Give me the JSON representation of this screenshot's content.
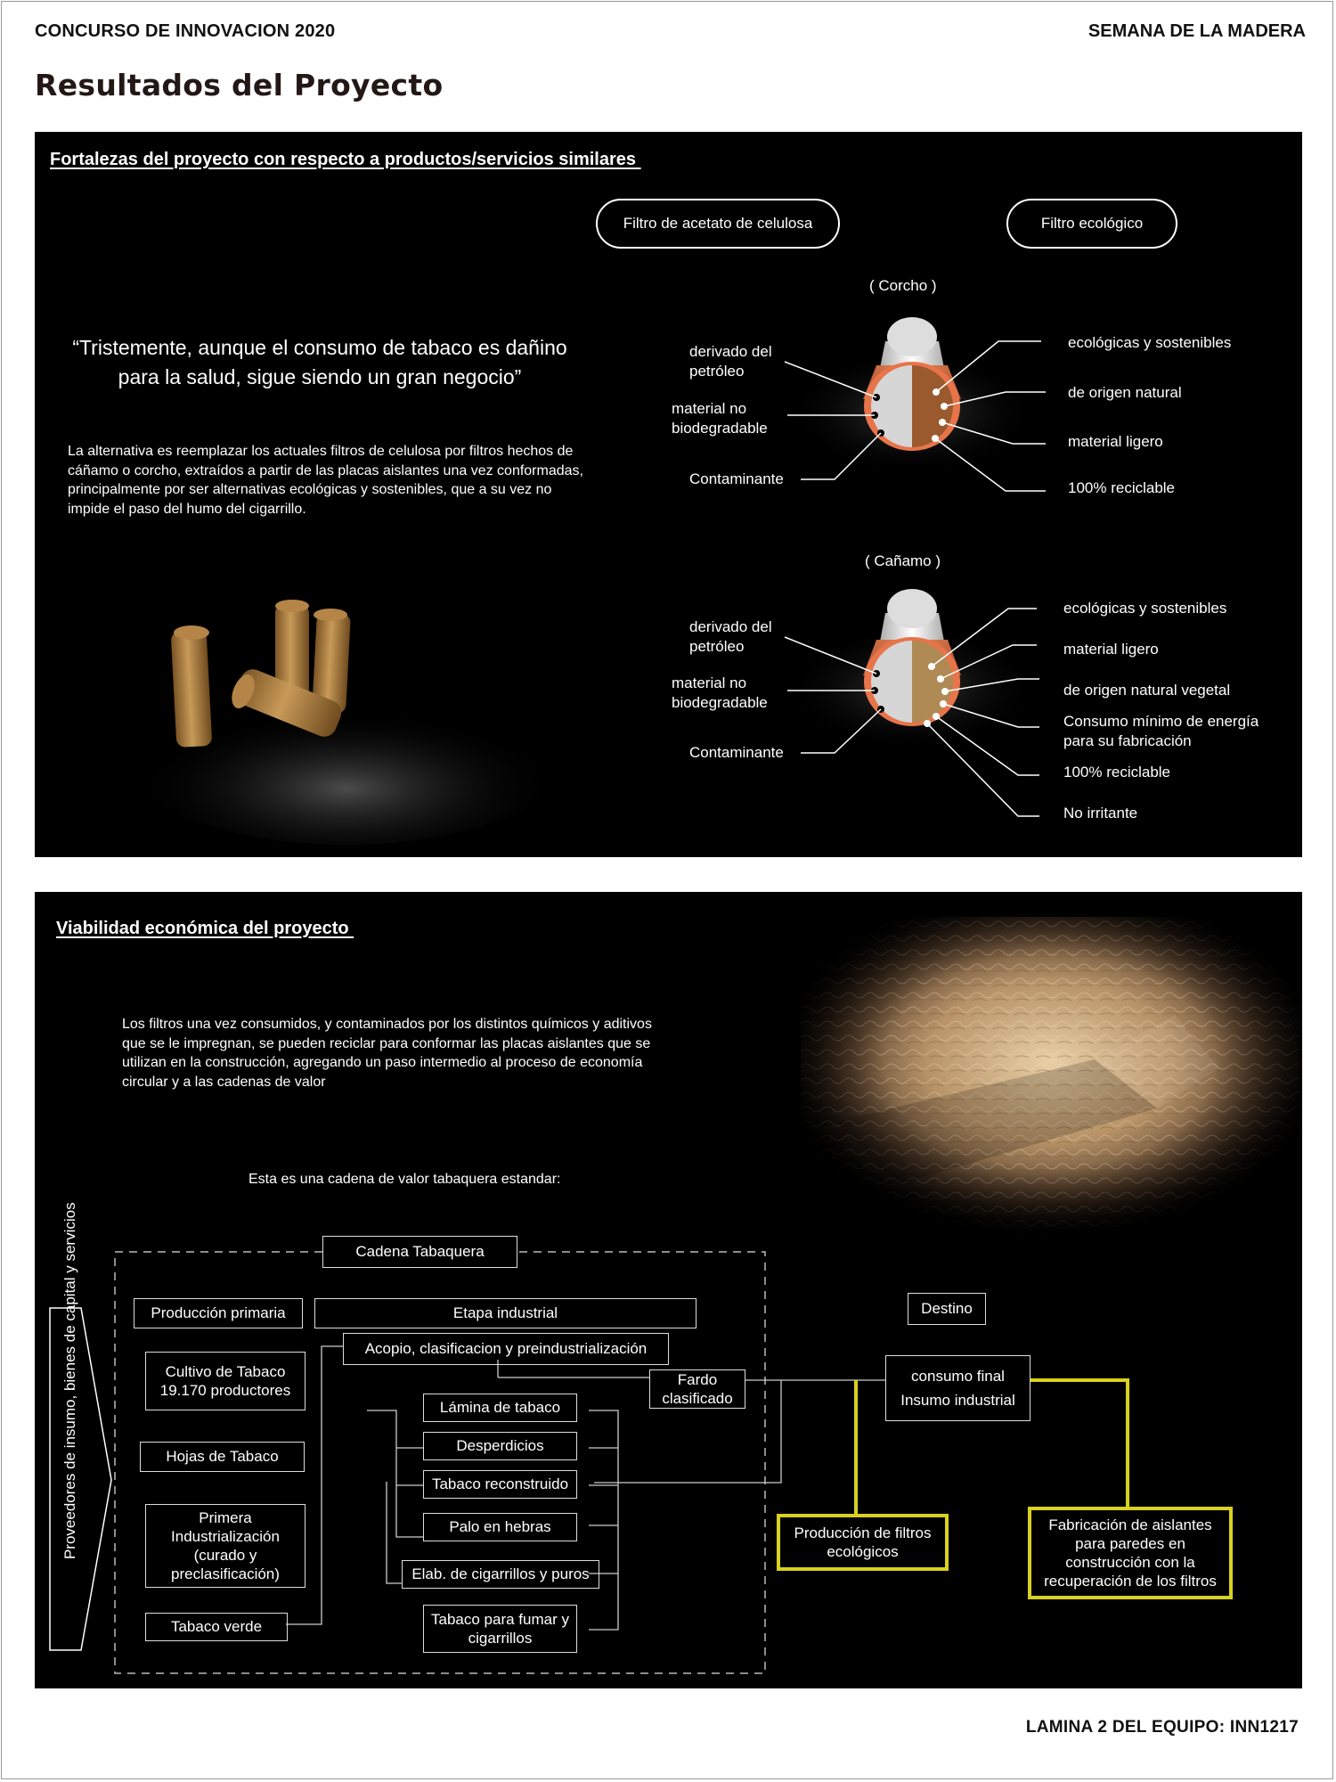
{
  "header": {
    "left": "CONCURSO DE INNOVACION 2020",
    "right": "SEMANA DE LA MADERA",
    "title": "Resultados del Proyecto"
  },
  "footer": {
    "text": "LAMINA 2 DEL EQUIPO:  INN1217"
  },
  "strengths": {
    "title": "Fortalezas del proyecto con respecto a productos/servicios similares ",
    "pill_left": "Filtro de acetato de celulosa",
    "pill_right": "Filtro ecológico",
    "quote": "“Tristemente, aunque el consumo de tabaco es dañino para la salud, sigue siendo un gran negocio”",
    "paragraph": "La alternativa es reemplazar los actuales filtros de celulosa por filtros hechos de cáñamo o corcho, extraídos a partir de las placas aislantes una vez conformadas, principalmente por ser alternativas ecológicas y sostenibles, que a su vez no impide el paso del humo del cigarrillo.",
    "cork": {
      "caption": "( Corcho )",
      "left": [
        "derivado del petróleo",
        "material no biodegradable",
        "Contaminante"
      ],
      "right": [
        "ecológicas y sostenibles",
        "de origen natural",
        "material ligero",
        "100% reciclable"
      ]
    },
    "hemp": {
      "caption": "( Cañamo )",
      "left": [
        "derivado del petróleo",
        "material no biodegradable",
        "Contaminante"
      ],
      "right": [
        "ecológicas y sostenibles",
        "material ligero",
        "de origen natural vegetal",
        "Consumo mínimo de energía para su fabricación",
        "100% reciclable",
        "No irritante"
      ]
    },
    "colors": {
      "filter_orange": "#e8744a",
      "cork_brown": "#9a5a2e",
      "hemp_tan": "#b08a55"
    }
  },
  "viability": {
    "title": "Viabilidad económica del proyecto ",
    "paragraph": "Los filtros una vez consumidos, y contaminados por los distintos químicos y aditivos que se le impregnan, se pueden reciclar para conformar las placas aislantes que se utilizan en la construcción, agregando un paso intermedio al proceso de economía circular y a las cadenas de valor",
    "chain_intro": "Esta es una cadena de valor tabaquera estandar:",
    "chain": {
      "title": "Cadena Tabaquera",
      "suppliers": "Proveedores de insumo, bienes de capital y servicios",
      "primary": "Producción primaria",
      "industrial": "Etapa industrial",
      "cultivo": "Cultivo de Tabaco 19.170 productores",
      "hojas": "Hojas de Tabaco",
      "primera": "Primera Industrialización (curado y preclasificación)",
      "verde": "Tabaco verde",
      "acopio": "Acopio, clasificacion y preindustrialización",
      "fardo": "Fardo clasificado",
      "lamina": "Lámina de tabaco",
      "desperdicios": "Desperdicios",
      "reconstruido": "Tabaco reconstruido",
      "palo": "Palo en hebras",
      "elab": "Elab. de cigarrillos y puros",
      "fumar": "Tabaco para fumar y cigarrillos",
      "destino": "Destino",
      "consumo": "consumo final",
      "insumo": "Insumo industrial",
      "filtros": "Producción de filtros ecológicos",
      "aislantes": "Fabricación de aislantes para paredes en construcción con la recuperación de los filtros"
    },
    "colors": {
      "highlight": "#d8d11f"
    }
  }
}
